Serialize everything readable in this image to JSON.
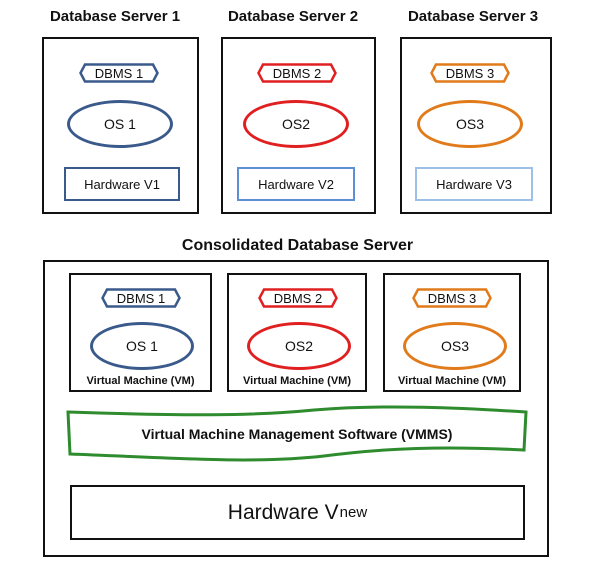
{
  "servers": [
    {
      "title": "Database Server 1",
      "dbms": "DBMS 1",
      "os": "OS 1",
      "hardware": "Hardware V1"
    },
    {
      "title": "Database Server 2",
      "dbms": "DBMS 2",
      "os": "OS2",
      "hardware": "Hardware V2"
    },
    {
      "title": "Database Server 3",
      "dbms": "DBMS 3",
      "os": "OS3",
      "hardware": "Hardware V3"
    }
  ],
  "consolidated": {
    "title": "Consolidated Database Server",
    "vms": [
      {
        "dbms": "DBMS 1",
        "os": "OS 1",
        "label": "Virtual Machine (VM)"
      },
      {
        "dbms": "DBMS 2",
        "os": "OS2",
        "label": "Virtual Machine (VM)"
      },
      {
        "dbms": "DBMS 3",
        "os": "OS3",
        "label": "Virtual Machine (VM)"
      }
    ],
    "vmms": "Virtual Machine Management Software (VMMS)",
    "hardware_main": "Hardware V",
    "hardware_sub": "new"
  },
  "colors": {
    "server1": "#3a5a8c",
    "server2": "#e02020",
    "server3": "#e07a1a",
    "hw1_border": "#3a5a8c",
    "hw2_border": "#5b8fd6",
    "hw3_border": "#9cc0e8",
    "vmms_border": "#2e8b2e",
    "frame": "#111111"
  }
}
